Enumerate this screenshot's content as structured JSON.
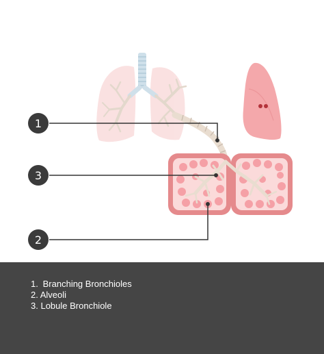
{
  "colors": {
    "background": "#ffffff",
    "legend_bg": "#454545",
    "legend_text": "#ffffff",
    "marker_bg": "#3b3b3b",
    "marker_text": "#ffffff",
    "leader_line": "#333333",
    "lung_faded": "#f6caca",
    "lung_solid": "#f4a8ab",
    "lobule_outer": "#e58a8c",
    "lobule_inner": "#fbdada",
    "alveoli": "#f5a0a6",
    "bronchiole": "#e9ddd0",
    "trachea": "#cfe0ea"
  },
  "markers": [
    {
      "label": "1"
    },
    {
      "label": "3"
    },
    {
      "label": "2"
    }
  ],
  "legend": {
    "items": [
      {
        "num": "1.",
        "text": "Branching Bronchioles"
      },
      {
        "num": "2.",
        "text": "Alveoli"
      },
      {
        "num": "3.",
        "text": "Lobule Bronchiole"
      }
    ]
  }
}
